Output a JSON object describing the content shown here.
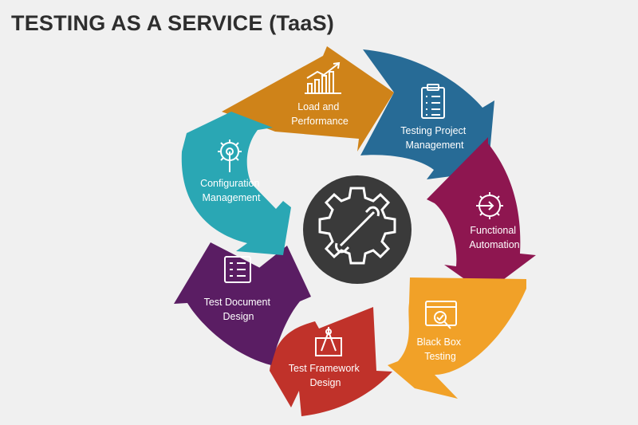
{
  "title": "TESTING AS A SERVICE (TaaS)",
  "segments": [
    {
      "id": "load",
      "lines": [
        "Load and",
        "Performance"
      ],
      "color": "#cf8319",
      "icon": "growth-chart-icon"
    },
    {
      "id": "project",
      "lines": [
        "Testing Project",
        "Management"
      ],
      "color": "#276b96",
      "icon": "clipboard-checklist-icon"
    },
    {
      "id": "functional",
      "lines": [
        "Functional",
        "Automation"
      ],
      "color": "#8e1650",
      "icon": "gear-arrow-icon"
    },
    {
      "id": "blackbox",
      "lines": [
        "Black Box",
        "Testing"
      ],
      "color": "#f1a128",
      "icon": "browser-magnifier-icon"
    },
    {
      "id": "framework",
      "lines": [
        "Test Framework",
        "Design"
      ],
      "color": "#c0322a",
      "icon": "blueprint-compass-icon"
    },
    {
      "id": "document",
      "lines": [
        "Test Document",
        "Design"
      ],
      "color": "#5a1d63",
      "icon": "document-list-icon"
    },
    {
      "id": "config",
      "lines": [
        "Configuration",
        "Management"
      ],
      "color": "#2aa7b4",
      "icon": "gear-wrench-icon"
    }
  ],
  "center": {
    "icon": "gear-wrench-icon",
    "color": "#3a3a3a"
  }
}
